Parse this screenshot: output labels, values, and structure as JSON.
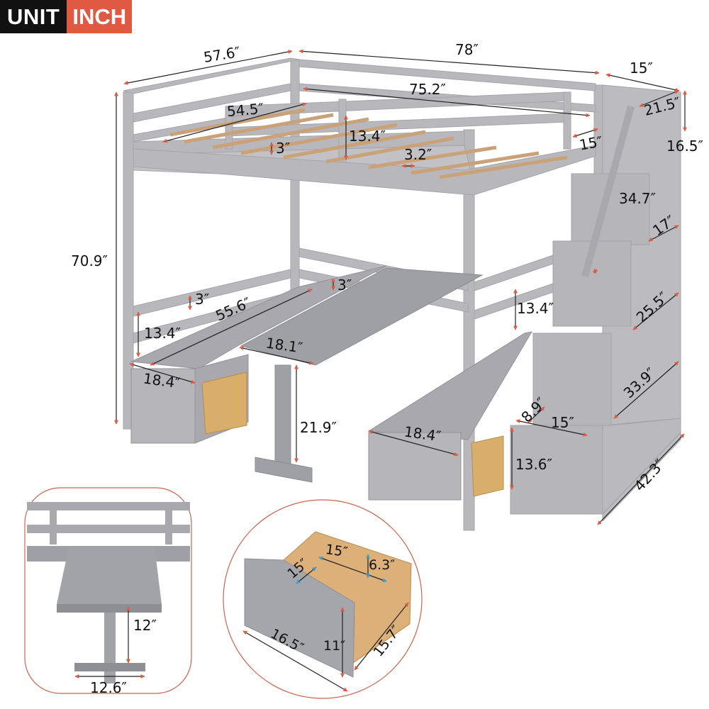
{
  "badge": {
    "unit_label": "UNIT",
    "inch_label": "INCH"
  },
  "colors": {
    "frame": "#b8b8bc",
    "frame_dark": "#9a9aa0",
    "slat": "#c9a27a",
    "wood": "#d9ad6a",
    "arrow": "#e05a43",
    "inner_arrow": "#2b9fe0",
    "detail_circle": "#c8654f"
  },
  "main_view": {
    "dimensions": {
      "overall_width": "57.6″",
      "overall_length": "78″",
      "stair_depth_top": "15″",
      "inner_length": "75.2″",
      "inner_width": "54.5″",
      "guardrail_height": "13.4″",
      "rail_top_gap": "3″",
      "slat_gap": "3.2″",
      "stair_opening": "15″",
      "stair_top_depth": "21.5″",
      "stair_handrail_height": "16.5″",
      "overall_height": "70.9″",
      "step_height_upper": "34.7″",
      "step_depth_upper": "17″",
      "step_depth_middle": "25.5″",
      "step_depth_lower": "33.9″",
      "lower_rail_gap": "3″",
      "desk_rail_gap": "3″",
      "bench_length": "55.6″",
      "bench_back_height": "13.4″",
      "bench_width_left": "18.4″",
      "desk_width": "18.1″",
      "desk_height": "21.9″",
      "right_rail_height": "13.4″",
      "bench_width_right": "18.4″",
      "bottom_step_depth": "8.9″",
      "bottom_step_width": "15″",
      "bottom_step_height": "13.6″",
      "stair_base_length": "42.3″"
    }
  },
  "desk_detail": {
    "leg_height": "12″",
    "foot_width": "12.6″"
  },
  "drawer_detail": {
    "inner_width": "15″",
    "inner_depth": "15″",
    "inner_height": "6.3″",
    "front_width": "16.5″",
    "front_height": "11″",
    "side_depth": "15.7″"
  }
}
